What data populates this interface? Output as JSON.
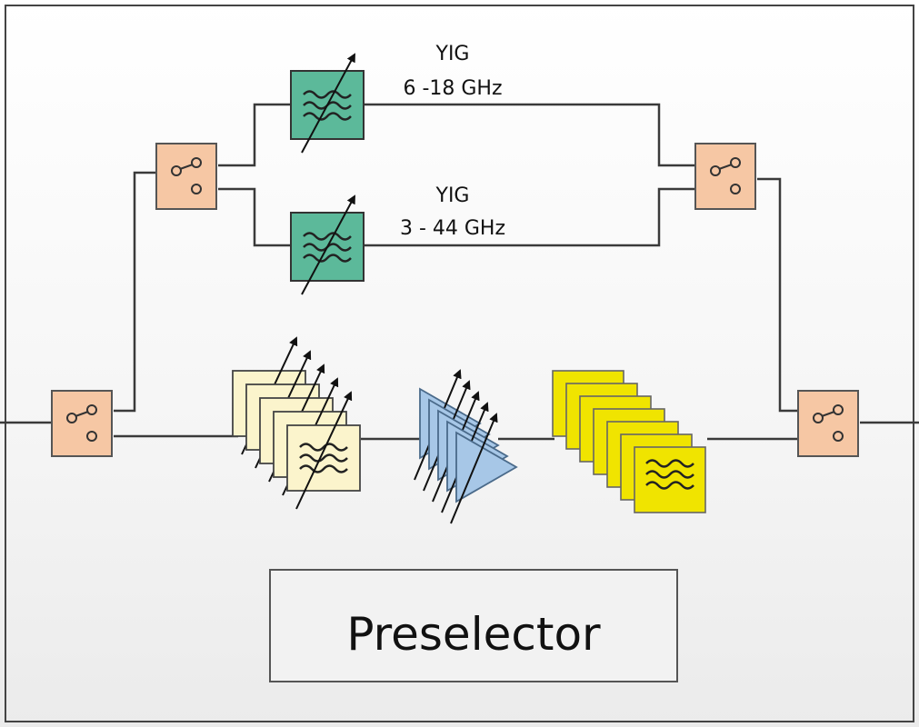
{
  "filters": [
    {
      "name": "YIG",
      "range": "6 -18 GHz"
    },
    {
      "name": "YIG",
      "range": "3 - 44 GHz"
    }
  ],
  "block_label": "Preselector",
  "colors": {
    "switch": "#f6c7a4",
    "yig_filter": "#5cb99a",
    "tunable_filter_bank": "#fbf4cc",
    "amplifier_bank": "#a7c7e7",
    "fixed_filter_bank": "#f0e400",
    "line": "#3a3a3a"
  },
  "icons": [
    "switch-icon",
    "tunable-filter-icon",
    "amplifier-icon",
    "filter-icon"
  ]
}
